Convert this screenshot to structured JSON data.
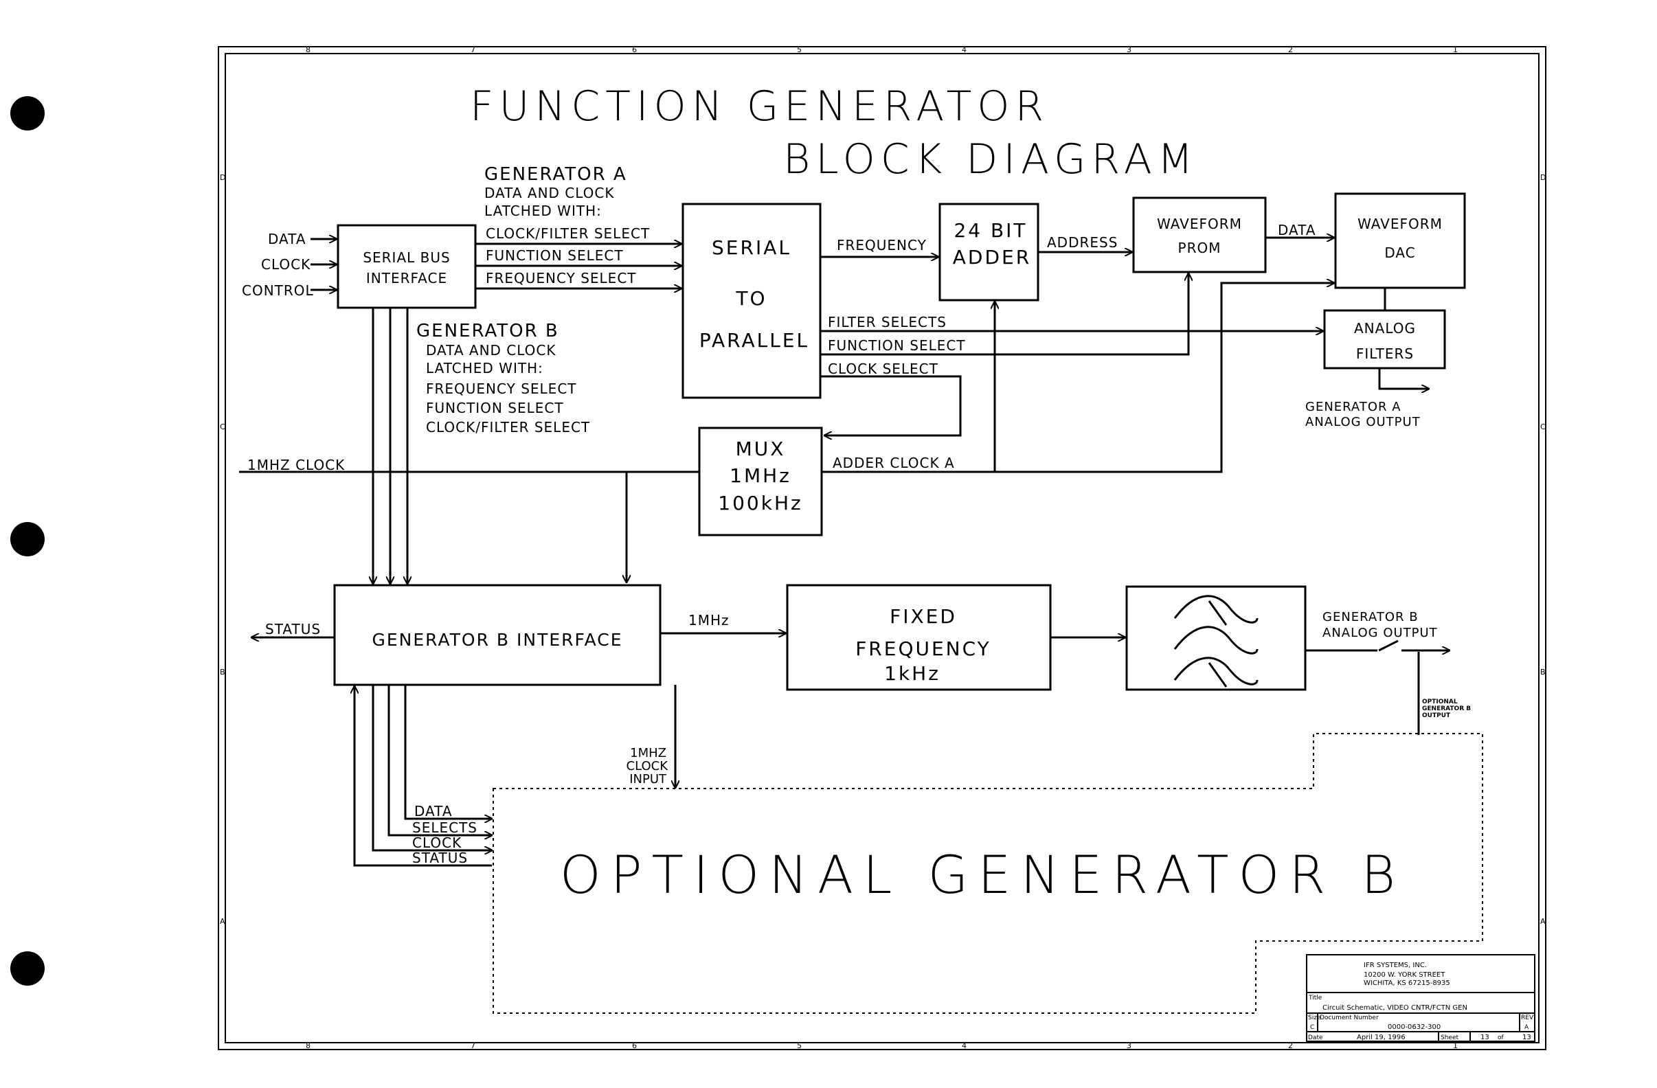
{
  "title": {
    "line1": "FUNCTION GENERATOR",
    "line2": "BLOCK DIAGRAM"
  },
  "inputs": {
    "data": "DATA",
    "clock": "CLOCK",
    "control": "CONTROL"
  },
  "blocks": {
    "serial_bus": {
      "line1": "SERIAL BUS",
      "line2": "INTERFACE"
    },
    "serial_to_parallel": {
      "line1": "SERIAL",
      "line2": "TO",
      "line3": "PARALLEL"
    },
    "adder": {
      "line1": "24 BIT",
      "line2": "ADDER"
    },
    "prom": {
      "line1": "WAVEFORM",
      "line2": "PROM"
    },
    "dac": {
      "line1": "WAVEFORM",
      "line2": "DAC"
    },
    "analog_filters": {
      "line1": "ANALOG",
      "line2": "FILTERS"
    },
    "mux": {
      "line1": "MUX",
      "line2": "1MHz",
      "line3": "100kHz"
    },
    "gen_b_interface": {
      "label": "GENERATOR B INTERFACE"
    },
    "fixed_freq": {
      "line1": "FIXED",
      "line2": "FREQUENCY",
      "line3": "1kHz"
    },
    "optional": {
      "label": "OPTIONAL GENERATOR B"
    }
  },
  "gen_a_note": {
    "line1": "GENERATOR A",
    "line2": "DATA AND CLOCK",
    "line3": "LATCHED WITH:",
    "sel1": "CLOCK/FILTER SELECT",
    "sel2": "FUNCTION SELECT",
    "sel3": "FREQUENCY SELECT"
  },
  "gen_b_note": {
    "line1": "GENERATOR B",
    "line2": "DATA AND CLOCK",
    "line3": "LATCHED WITH:",
    "line4": "FREQUENCY SELECT",
    "line5": "FUNCTION SELECT",
    "line6": "CLOCK/FILTER SELECT"
  },
  "signals": {
    "frequency": "FREQUENCY",
    "address": "ADDRESS",
    "data": "DATA",
    "filter_selects": "FILTER SELECTS",
    "function_select": "FUNCTION SELECT",
    "clock_select": "CLOCK SELECT",
    "mhz_clock": "1MHZ CLOCK",
    "adder_clock_a": "ADDER CLOCK A",
    "status": "STATUS",
    "one_mhz": "1MHz",
    "clock_input_1": "1MHZ",
    "clock_input_2": "CLOCK",
    "clock_input_3": "INPUT",
    "b_data": "DATA",
    "b_selects": "SELECTS",
    "b_clock": "CLOCK",
    "b_status": "STATUS"
  },
  "outputs": {
    "gen_a_1": "GENERATOR A",
    "gen_a_2": "ANALOG OUTPUT",
    "gen_b_1": "GENERATOR B",
    "gen_b_2": "ANALOG OUTPUT",
    "opt_1": "OPTIONAL",
    "opt_2": "GENERATOR B",
    "opt_3": "OUTPUT"
  },
  "title_block": {
    "company": "IFR SYSTEMS, INC.",
    "street": "10200 W. YORK STREET",
    "city": "WICHITA, KS 67215-8935",
    "title_label": "Title",
    "title_value": "Circuit Schematic, VIDEO CNTR/FCTN GEN",
    "size_label": "Size",
    "size_value": "C",
    "docnum_label": "Document Number",
    "docnum_value": "0000-0632-300",
    "rev_label": "REV",
    "rev_value": "A",
    "date_label": "Date",
    "date_value": "April 19, 1996",
    "sheet_label": "Sheet",
    "sheet_value": "13",
    "of_label": "of",
    "of_value": "13"
  },
  "border": {
    "top_cols": [
      "8",
      "7",
      "6",
      "5",
      "4",
      "3",
      "2",
      "1"
    ],
    "bottom_cols": [
      "8",
      "7",
      "6",
      "5",
      "4",
      "3",
      "2",
      "1"
    ],
    "left_rows": [
      "D",
      "C",
      "B",
      "A"
    ],
    "right_rows": [
      "D",
      "C",
      "B",
      "A"
    ]
  }
}
